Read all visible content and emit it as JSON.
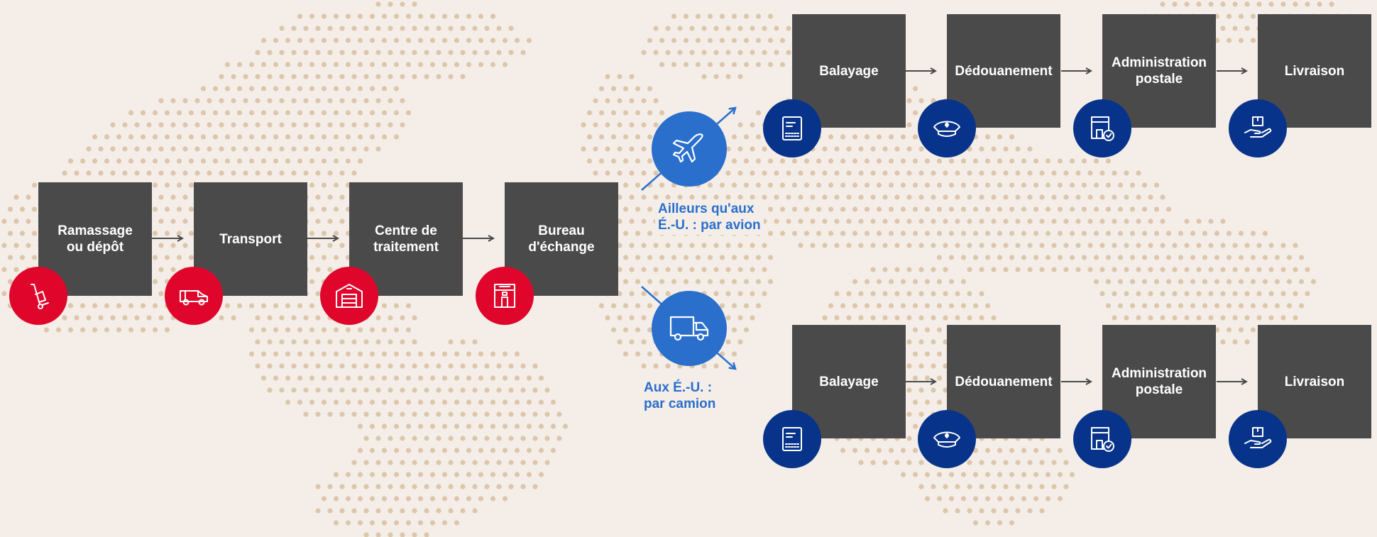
{
  "colors": {
    "background": "#f5eee8",
    "box": "#4a4a4a",
    "domestic_badge": "#e0052b",
    "international_badge": "#07338a",
    "route": "#2a6fcc",
    "map_dots": "#dcc6ac"
  },
  "domestic_steps": [
    {
      "label": "Ramassage\nou dépôt",
      "icon": "hand-truck-icon"
    },
    {
      "label": "Transport",
      "icon": "delivery-van-icon"
    },
    {
      "label": "Centre de\ntraitement",
      "icon": "warehouse-icon"
    },
    {
      "label": "Bureau\nd'échange",
      "icon": "exchange-office-icon"
    }
  ],
  "routes": [
    {
      "label": "Ailleurs qu'aux\nÉ.-U. : par avion",
      "icon": "airplane-icon"
    },
    {
      "label": "Aux É.-U. :\npar camion",
      "icon": "truck-icon"
    }
  ],
  "air_steps": [
    {
      "label": "Balayage",
      "icon": "scanner-icon"
    },
    {
      "label": "Dédouanement",
      "icon": "customs-officer-cap-icon"
    },
    {
      "label": "Administration\npostale",
      "icon": "postal-building-check-icon"
    },
    {
      "label": "Livraison",
      "icon": "parcel-in-hand-icon"
    }
  ],
  "truck_steps": [
    {
      "label": "Balayage",
      "icon": "scanner-icon"
    },
    {
      "label": "Dédouanement",
      "icon": "customs-officer-cap-icon"
    },
    {
      "label": "Administration\npostale",
      "icon": "postal-building-check-icon"
    },
    {
      "label": "Livraison",
      "icon": "parcel-in-hand-icon"
    }
  ]
}
